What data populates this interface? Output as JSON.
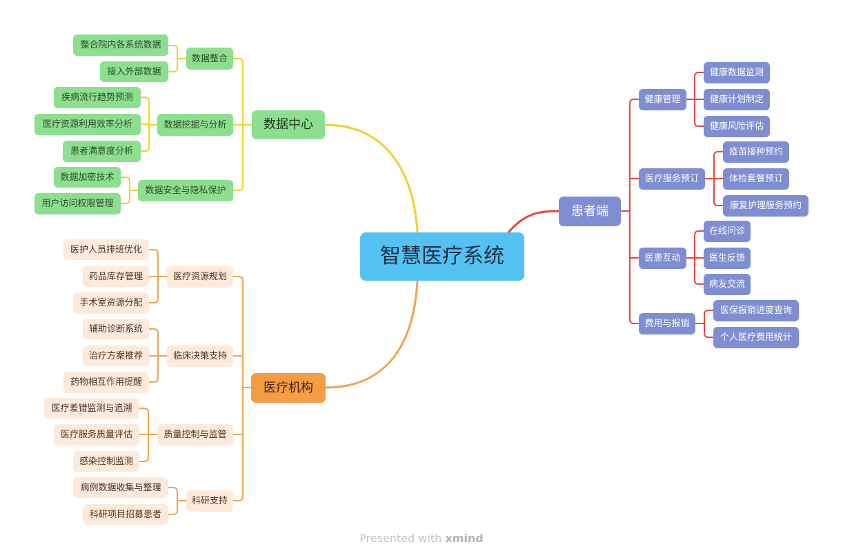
{
  "central_topic": "智慧医疗系统",
  "branches": {
    "data_center": {
      "label": "数据中心",
      "color": "#f2d02c",
      "subtopics": [
        {
          "label": "数据整合",
          "children": [
            "整合院内各系统数据",
            "接入外部数据"
          ]
        },
        {
          "label": "数据挖掘与分析",
          "children": [
            "疾病流行趋势预测",
            "医疗资源利用效率分析",
            "患者满意度分析"
          ]
        },
        {
          "label": "数据安全与隐私保护",
          "children": [
            "数据加密技术",
            "用户访问权限管理"
          ]
        }
      ]
    },
    "institution": {
      "label": "医疗机构",
      "color": "#f0a34e",
      "subtopics": [
        {
          "label": "医疗资源规划",
          "children": [
            "医护人员排班优化",
            "药品库存管理",
            "手术室资源分配"
          ]
        },
        {
          "label": "临床决策支持",
          "children": [
            "辅助诊断系统",
            "治疗方案推荐",
            "药物相互作用提醒"
          ]
        },
        {
          "label": "质量控制与监管",
          "children": [
            "医疗差错监测与追溯",
            "医疗服务质量评估",
            "感染控制监测"
          ]
        },
        {
          "label": "科研支持",
          "children": [
            "病例数据收集与整理",
            "科研项目招募患者"
          ]
        }
      ]
    },
    "patient": {
      "label": "患者端",
      "color": "#e8473e",
      "subtopics": [
        {
          "label": "健康管理",
          "children": [
            "健康数据监测",
            "健康计划制定",
            "健康风险评估"
          ]
        },
        {
          "label": "医疗服务预订",
          "children": [
            "疫苗接种预约",
            "体检套餐预订",
            "康复护理服务预约"
          ]
        },
        {
          "label": "医患互动",
          "children": [
            "在线问诊",
            "医生反馈",
            "病友交流"
          ]
        },
        {
          "label": "费用与报销",
          "children": [
            "医保报销进度查询",
            "个人医疗费用统计"
          ]
        }
      ]
    }
  },
  "footer": {
    "prefix": "Presented with ",
    "brand": "xmind"
  }
}
